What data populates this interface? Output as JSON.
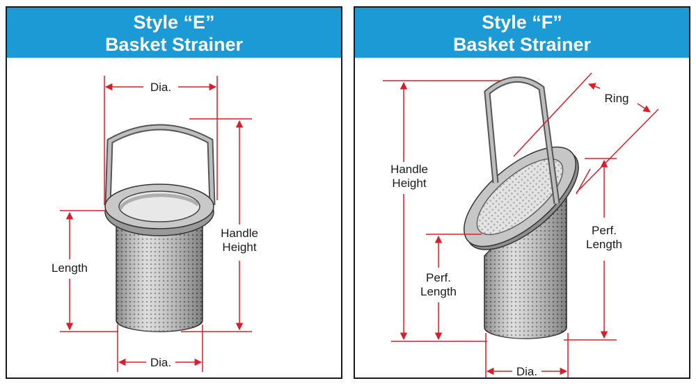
{
  "colors": {
    "header_bg": "#1b9ad6",
    "dimension_line": "#d81e2a",
    "border": "#1a1a1a"
  },
  "panels": [
    {
      "title_line1": "Style “E”",
      "title_line2": "Basket Strainer",
      "labels": {
        "dia_top": "Dia.",
        "handle_height_1": "Handle",
        "handle_height_2": "Height",
        "length": "Length",
        "dia_bottom": "Dia."
      }
    },
    {
      "title_line1": "Style “F”",
      "title_line2": "Basket Strainer",
      "labels": {
        "ring": "Ring",
        "handle_height_1": "Handle",
        "handle_height_2": "Height",
        "perf_length_right_1": "Perf.",
        "perf_length_right_2": "Length",
        "perf_length_left_1": "Perf.",
        "perf_length_left_2": "Length",
        "dia_bottom": "Dia."
      }
    }
  ]
}
